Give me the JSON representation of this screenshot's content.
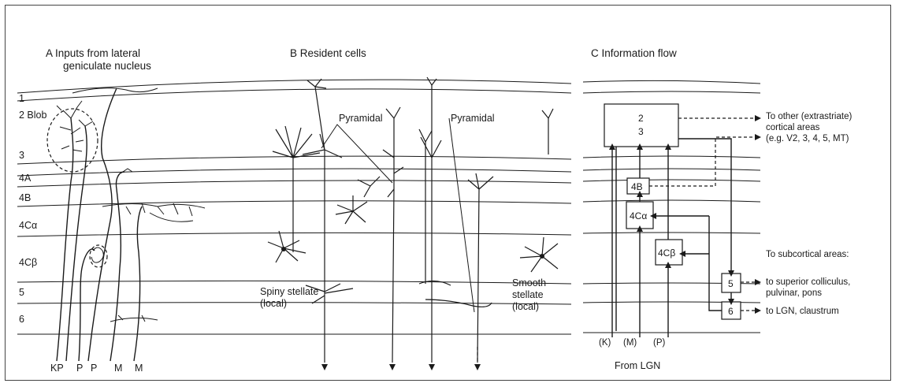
{
  "panel_a": {
    "heading_line1": "A  Inputs from lateral",
    "heading_line2": "geniculate nucleus",
    "layers": [
      "1",
      "2 Blob",
      "3",
      "4A",
      "4B",
      "4Cα",
      "4Cβ",
      "5",
      "6"
    ],
    "bottom_labels": [
      "KP",
      "P",
      "P",
      "M",
      "M"
    ]
  },
  "panel_b": {
    "heading": "B  Resident cells",
    "label_pyramidal_1": "Pyramidal",
    "label_pyramidal_2": "Pyramidal",
    "label_spiny_1": "Spiny stellate",
    "label_spiny_2": "(local)",
    "label_smooth_1": "Smooth",
    "label_smooth_2": "stellate",
    "label_smooth_3": "(local)"
  },
  "panel_c": {
    "heading": "C  Information flow",
    "box_23_line1": "2",
    "box_23_line2": "3",
    "box_4b": "4B",
    "box_4ca": "4Cα",
    "box_4cb": "4Cβ",
    "box_5": "5",
    "box_6": "6",
    "out_extrastriate_1": "To other (extrastriate)",
    "out_extrastriate_2": "cortical areas",
    "out_extrastriate_3": "(e.g. V2, 3, 4, 5, MT)",
    "out_subcortical": "To subcortical areas:",
    "out_sc_1": "to superior colliculus,",
    "out_sc_2": "pulvinar, pons",
    "out_lgn": "to LGN, claustrum",
    "input_k": "(K)",
    "input_m": "(M)",
    "input_p": "(P)",
    "from_lgn": "From LGN"
  }
}
